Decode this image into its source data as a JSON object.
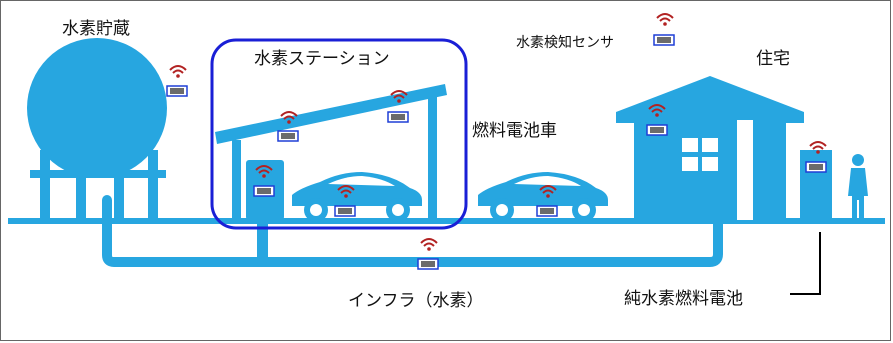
{
  "labels": {
    "storage": "水素貯蔵",
    "station": "水素ステーション",
    "sensor_legend": "水素検知センサ",
    "house": "住宅",
    "fcv": "燃料電池車",
    "infra": "インフラ（水素）",
    "pure_fc": "純水素燃料電池"
  },
  "colors": {
    "structure": "#27a6e0",
    "station_outline": "#1a1fd6",
    "wifi": "#b22222",
    "sensor_fill": "#6b6b6b",
    "sensor_border": "#1f3fd6",
    "leader_line": "#000000"
  },
  "icons": [
    "wifi-icon",
    "sensor-device-icon",
    "person-icon"
  ]
}
